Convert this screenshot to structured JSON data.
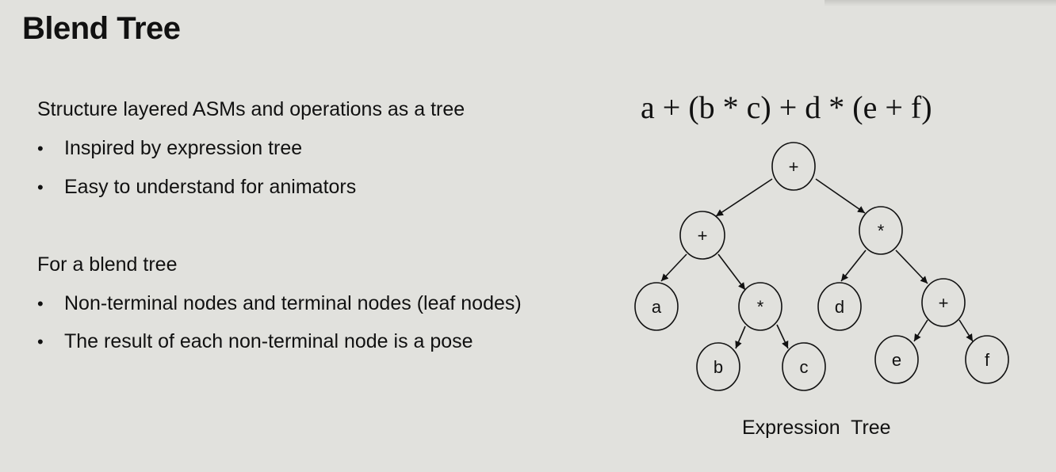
{
  "title": "Blend Tree",
  "section1": {
    "heading": "Structure layered ASMs and operations as a tree",
    "bullets": [
      "Inspired by expression tree",
      "Easy to understand for animators"
    ]
  },
  "section2": {
    "heading": "For a blend tree",
    "bullets": [
      "Non-terminal nodes and terminal nodes (leaf nodes)",
      "The result of each non-terminal node is a pose"
    ]
  },
  "diagram": {
    "formula": "a + (b * c) + d * (e + f)",
    "caption": "Expression  Tree",
    "nodes": [
      {
        "id": "root",
        "label": "+"
      },
      {
        "id": "left-op",
        "label": "+"
      },
      {
        "id": "right-op",
        "label": "*"
      },
      {
        "id": "leaf-a",
        "label": "a"
      },
      {
        "id": "mul-bc",
        "label": "*"
      },
      {
        "id": "leaf-d",
        "label": "d"
      },
      {
        "id": "add-ef",
        "label": "+"
      },
      {
        "id": "leaf-b",
        "label": "b"
      },
      {
        "id": "leaf-c",
        "label": "c"
      },
      {
        "id": "leaf-e",
        "label": "e"
      },
      {
        "id": "leaf-f",
        "label": "f"
      }
    ]
  }
}
